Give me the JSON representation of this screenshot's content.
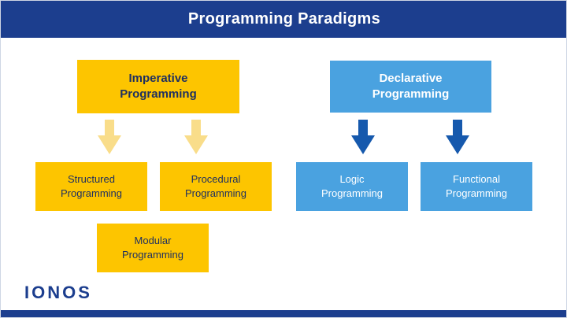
{
  "header": {
    "title": "Programming Paradigms"
  },
  "nodes": {
    "imperative": "Imperative\nProgramming",
    "declarative": "Declarative\nProgramming",
    "structured": "Structured\nProgramming",
    "procedural": "Procedural\nProgramming",
    "modular": "Modular\nProgramming",
    "logic": "Logic\nProgramming",
    "functional": "Functional\nProgramming"
  },
  "footer": {
    "logo": "IONOS"
  },
  "colors": {
    "navy": "#1c3e8e",
    "gold": "#fdc500",
    "gold_arrow": "#f9dd8a",
    "blue": "#4aa2e0",
    "blue_arrow": "#1659ad",
    "yellow_box_text": "#1f3060",
    "blue_box_text": "#ffffff"
  },
  "diagram": {
    "type": "tree",
    "groups": [
      {
        "parent": "Imperative Programming",
        "children": [
          "Structured Programming",
          "Procedural Programming",
          "Modular Programming"
        ],
        "color": "#fdc500"
      },
      {
        "parent": "Declarative Programming",
        "children": [
          "Logic Programming",
          "Functional Programming"
        ],
        "color": "#4aa2e0"
      }
    ]
  }
}
